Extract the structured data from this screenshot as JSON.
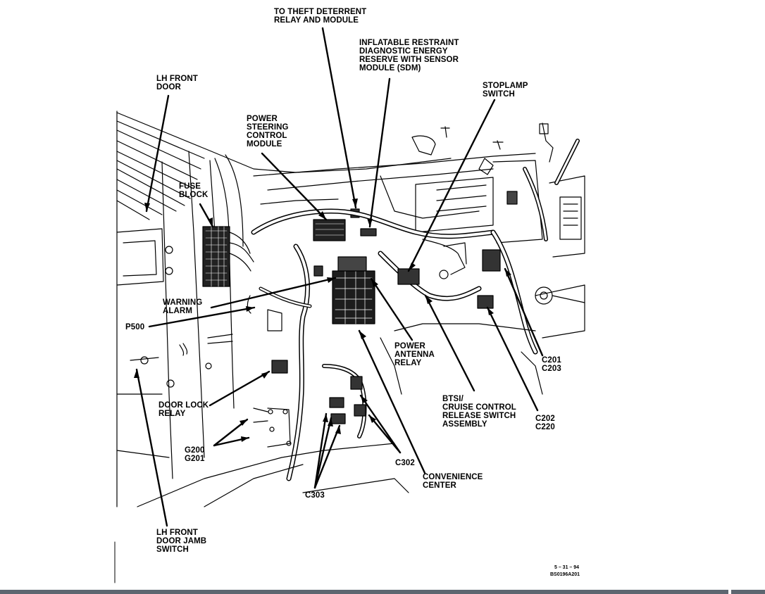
{
  "labels": {
    "theft_deterrent": "TO THEFT DETERRENT\nRELAY AND MODULE",
    "sdm": "INFLATABLE RESTRAINT\nDIAGNOSTIC ENERGY\nRESERVE WITH SENSOR\nMODULE (SDM)",
    "lh_front_door": "LH FRONT\nDOOR",
    "stoplamp_switch": "STOPLAMP\nSWITCH",
    "power_steering": "POWER\nSTEERING\nCONTROL\nMODULE",
    "fuse_block": "FUSE\nBLOCK",
    "warning_alarm": "WARNING\nALARM",
    "p500": "P500",
    "power_antenna": "POWER\nANTENNA\nRELAY",
    "c201_c203": "C201\nC203",
    "btsi": "BTSI/\nCRUISE CONTROL\nRELEASE SWITCH\nASSEMBLY",
    "c202_c220": "C202\nC220",
    "door_lock_relay": "DOOR LOCK\nRELAY",
    "g200_g201": "G200\nG201",
    "c302": "C302",
    "convenience_center": "CONVENIENCE\nCENTER",
    "c303": "C303",
    "lh_door_jamb": "LH FRONT\nDOOR JAMB\nSWITCH"
  },
  "footer": {
    "date": "5 – 31 – 94",
    "code": "BS0196A201"
  }
}
